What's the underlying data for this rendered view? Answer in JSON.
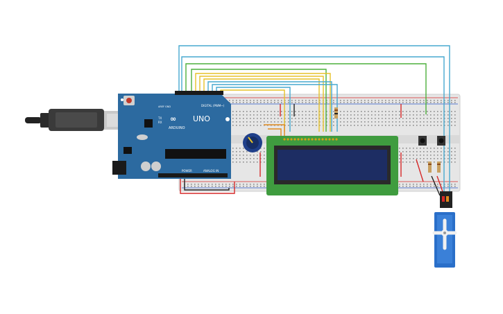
{
  "board": {
    "brand": "ARDUINO",
    "model": "UNO",
    "header_digital": "DIGITAL (PWM~)",
    "header_power": "POWER",
    "header_analog": "ANALOG IN",
    "tx_label": "TX",
    "rx_label": "RX",
    "aref_label": "AREF",
    "gnd_label": "GND"
  },
  "colors": {
    "arduino_blue": "#2c6aa0",
    "breadboard": "#e6e6e6",
    "lcd_pcb": "#3f9c3f",
    "lcd_screen": "#1d2d63",
    "servo": "#2a6fc9",
    "wire_blue": "#46a9cf",
    "wire_green": "#4caf3c",
    "wire_yellow": "#e6c229",
    "wire_orange": "#e08a1e",
    "wire_red": "#d62828",
    "wire_black": "#222222"
  },
  "icons": {
    "usb": "usb-cable-icon",
    "pot": "potentiometer-icon",
    "servo": "servo-motor-icon"
  }
}
